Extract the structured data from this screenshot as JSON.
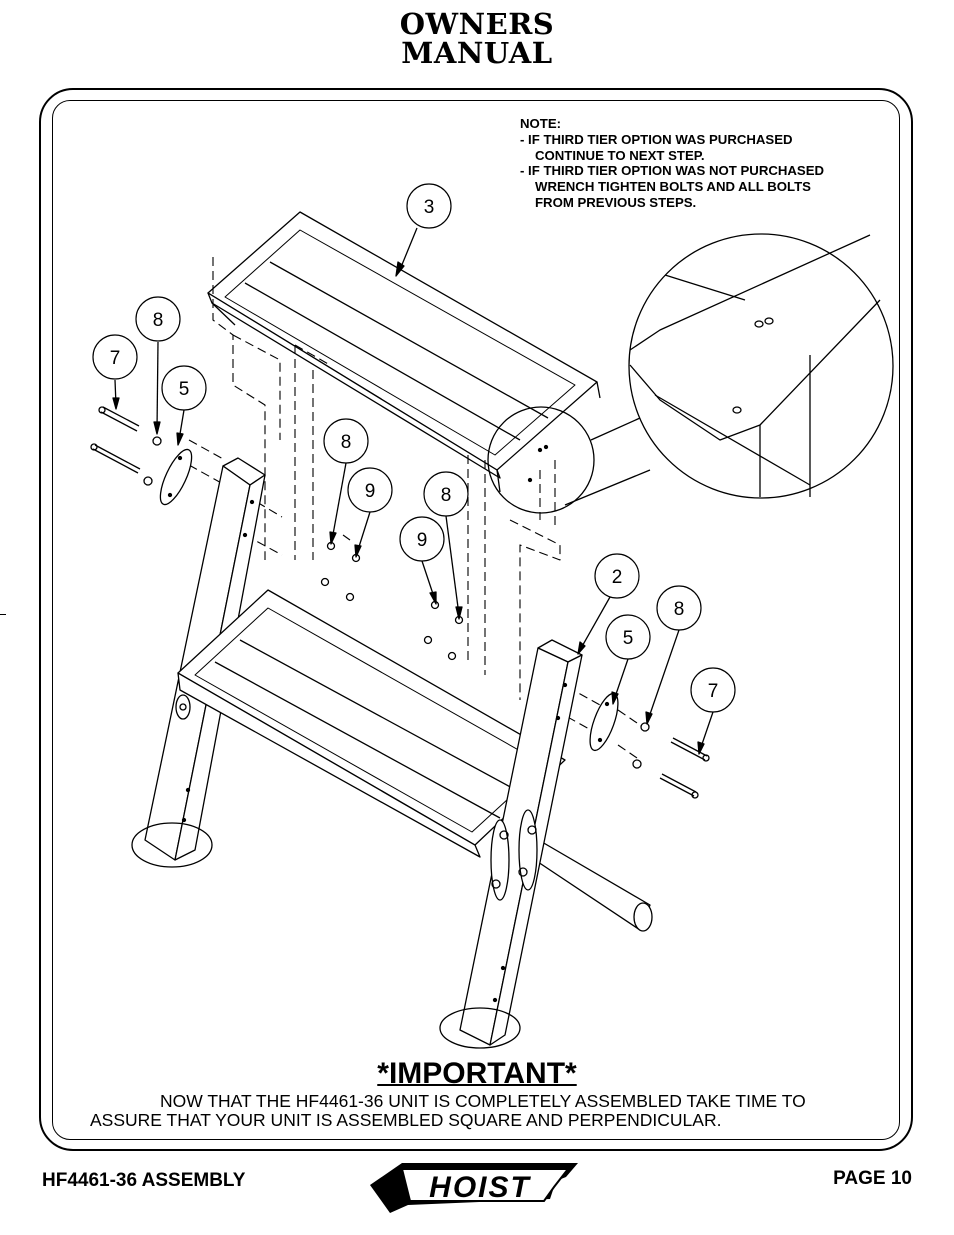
{
  "header": {
    "line1": "OWNERS",
    "line2": "MANUAL"
  },
  "note": {
    "heading": "NOTE:",
    "lines": [
      "- IF THIRD TIER OPTION WAS PURCHASED",
      "CONTINUE TO NEXT STEP.",
      "- IF THIRD TIER OPTION WAS NOT PURCHASED",
      "WRENCH TIGHTEN BOLTS AND ALL BOLTS",
      "FROM PREVIOUS STEPS."
    ]
  },
  "callouts": {
    "part_3": "3",
    "part_8a": "8",
    "part_7a": "7",
    "part_5a": "5",
    "part_8b": "8",
    "part_9a": "9",
    "part_8c": "8",
    "part_9b": "9",
    "part_2": "2",
    "part_8d": "8",
    "part_5b": "5",
    "part_7b": "7"
  },
  "important": {
    "heading": "*IMPORTANT*",
    "line1": "NOW THAT THE HF4461-36 UNIT IS COMPLETELY ASSEMBLED TAKE TIME TO",
    "line2": "ASSURE THAT YOUR UNIT IS ASSEMBLED SQUARE AND PERPENDICULAR."
  },
  "footer": {
    "left": "HF4461-36 ASSEMBLY",
    "logo": "HOIST",
    "right": "PAGE 10"
  },
  "icons": {
    "logo": "hoist-logo"
  }
}
